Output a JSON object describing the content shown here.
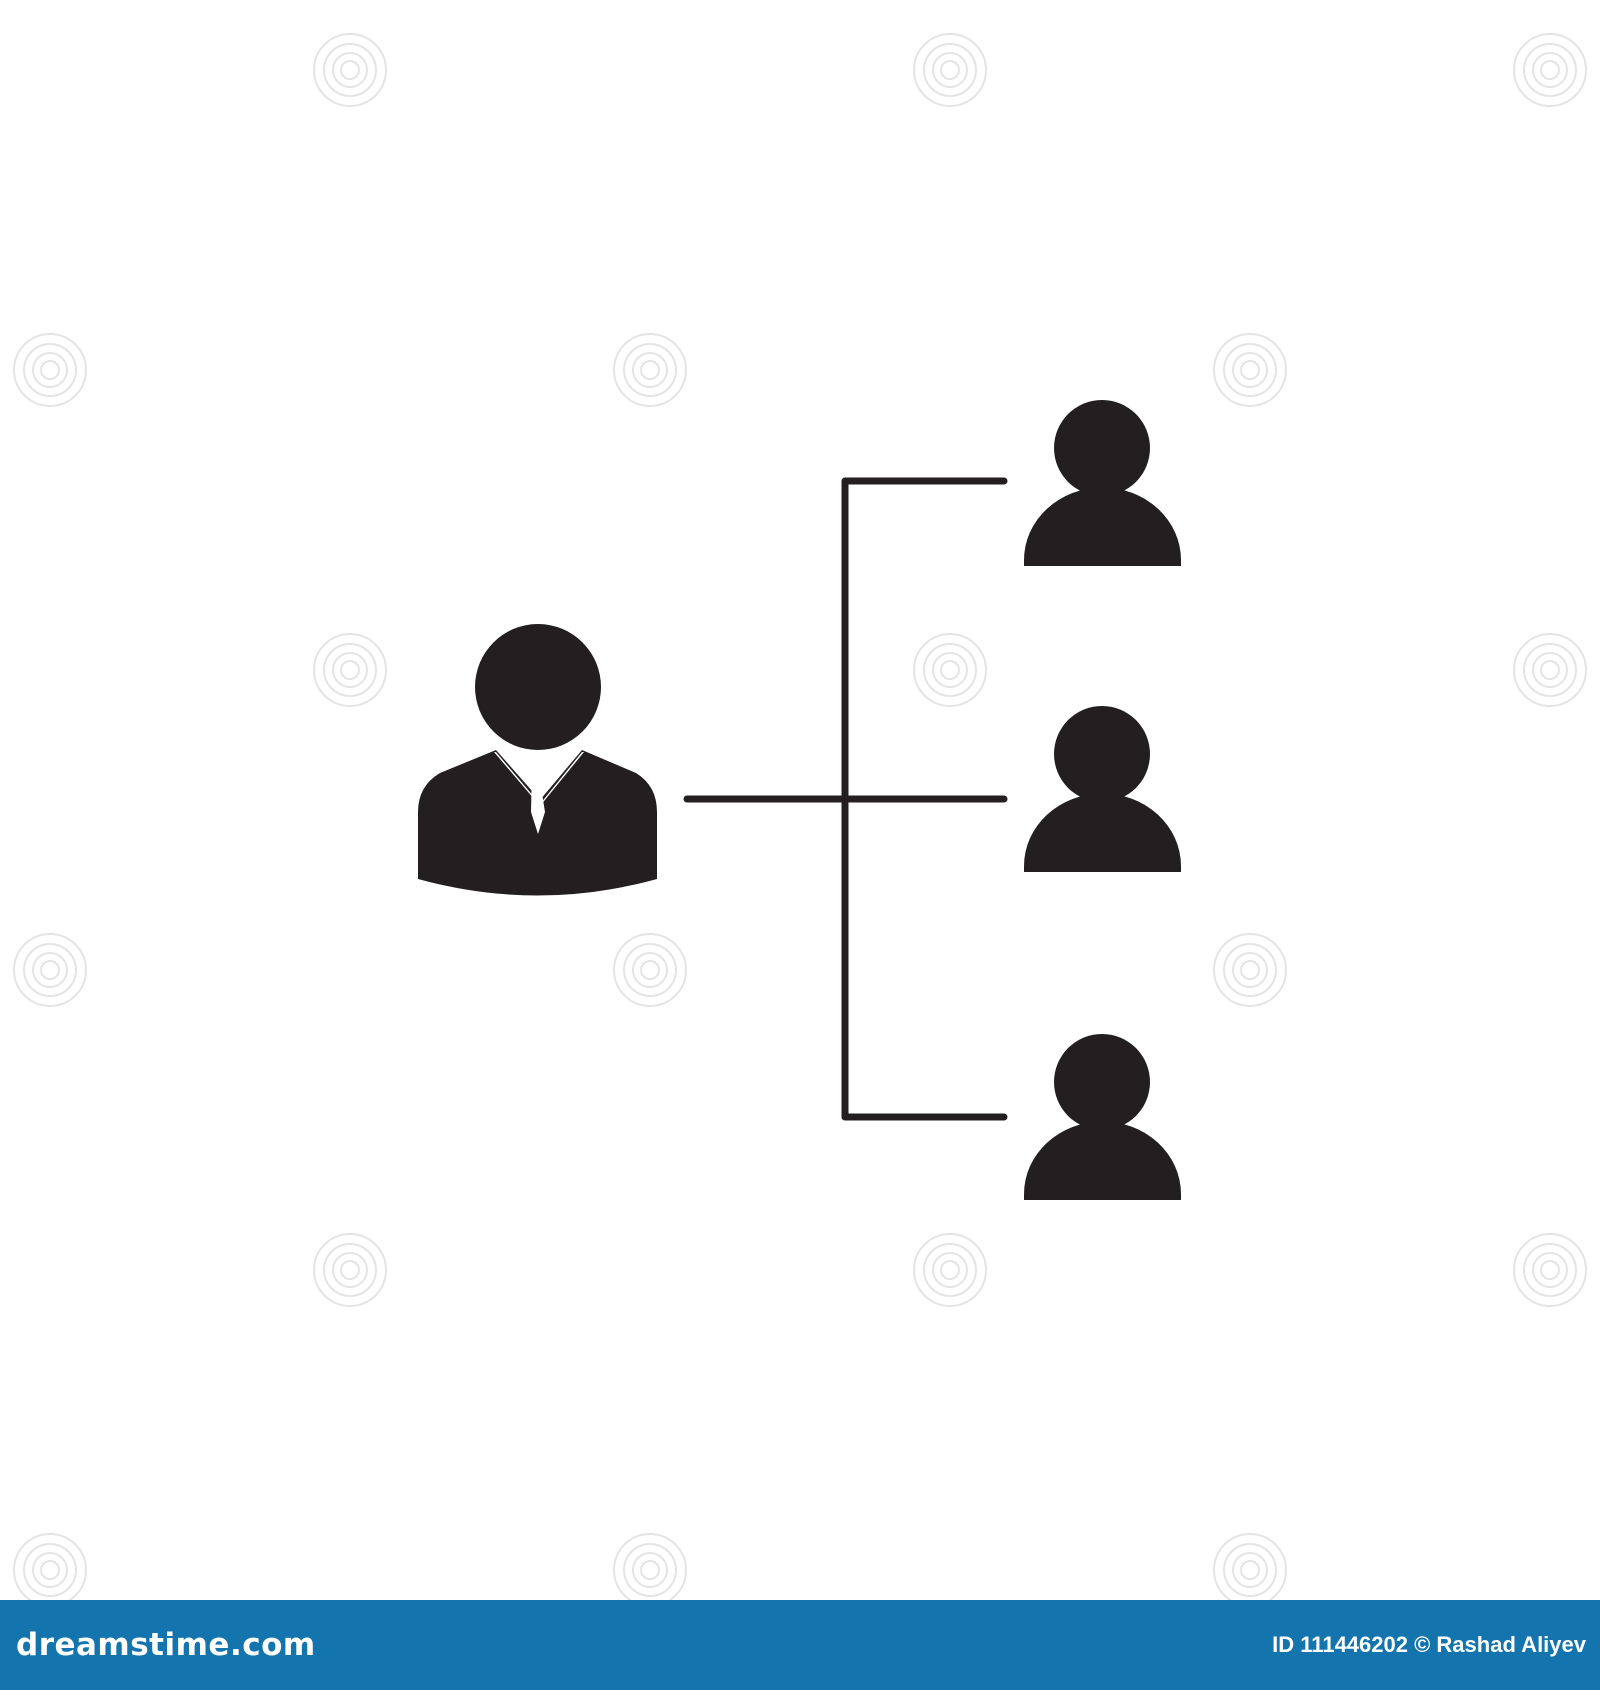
{
  "colors": {
    "icon_fill": "#231f20",
    "line_stroke": "#231f20",
    "background": "#ffffff",
    "footer_background": "#1374ae",
    "footer_text": "#ffffff",
    "watermark": "#e4e4e4"
  },
  "diagram": {
    "type": "org-chart",
    "root": {
      "icon": "businessman-icon"
    },
    "children": [
      {
        "icon": "user-icon"
      },
      {
        "icon": "user-icon"
      },
      {
        "icon": "user-icon"
      }
    ],
    "watermark_icon": "spiral-icon"
  },
  "footer": {
    "logo_text": "dreamstime.com",
    "credit_text": "ID 111446202 © Rashad Aliyev"
  }
}
